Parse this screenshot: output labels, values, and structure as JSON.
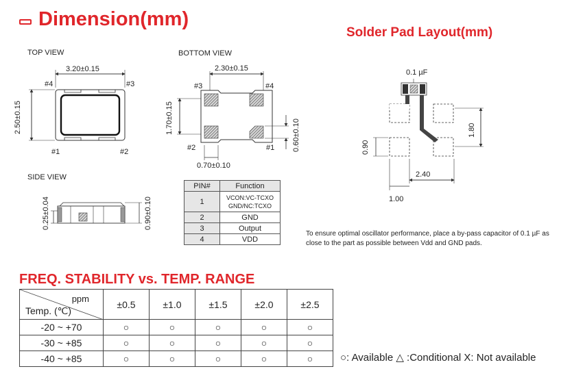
{
  "titles": {
    "dimension": "Dimension(mm)",
    "solder": "Solder Pad Layout(mm)",
    "freq": "FREQ. STABILITY vs. TEMP. RANGE"
  },
  "views": {
    "top": "TOP VIEW",
    "bottom": "BOTTOM VIEW",
    "side": "SIDE VIEW"
  },
  "dims": {
    "top_width": "3.20±0.15",
    "top_height": "2.50±0.15",
    "bottom_width": "2.30±0.15",
    "bottom_height": "1.70±0.15",
    "bottom_pad_w": "0.70±0.10",
    "bottom_pad_h": "0.60±0.10",
    "side_left": "0.25±0.04",
    "side_right": "0.90±0.10"
  },
  "pins": {
    "p1": "#1",
    "p2": "#2",
    "p3": "#3",
    "p4": "#4"
  },
  "pin_table": {
    "header_pin": "PIN#",
    "header_fn": "Function",
    "rows": [
      {
        "num": "1",
        "fn_a": "VCON:VC-TCXO",
        "fn_b": "GND/NC:TCXO"
      },
      {
        "num": "2",
        "fn": "GND"
      },
      {
        "num": "3",
        "fn": "Output"
      },
      {
        "num": "4",
        "fn": "VDD"
      }
    ]
  },
  "solder": {
    "cap": "0.1 µF",
    "d090": "0.90",
    "d180": "1.80",
    "d240": "2.40",
    "d100": "1.00"
  },
  "note": "To ensure optimal oscillator performance, place a by-pass capacitor of 0.1 µF as close to the part as possible between Vdd and GND pads.",
  "freq_table": {
    "corner_ppm": "ppm",
    "corner_temp": "Temp. (℃)",
    "columns": [
      "±0.5",
      "±1.0",
      "±1.5",
      "±2.0",
      "±2.5"
    ],
    "rows": [
      {
        "range": "-20 ~ +70",
        "cells": [
          "○",
          "○",
          "○",
          "○",
          "○"
        ]
      },
      {
        "range": "-30 ~ +85",
        "cells": [
          "○",
          "○",
          "○",
          "○",
          "○"
        ]
      },
      {
        "range": "-40 ~ +85",
        "cells": [
          "○",
          "○",
          "○",
          "○",
          "○"
        ]
      }
    ]
  },
  "legend": "○: Available  △ :Conditional  X: Not available",
  "colors": {
    "accent": "#e0262b"
  }
}
